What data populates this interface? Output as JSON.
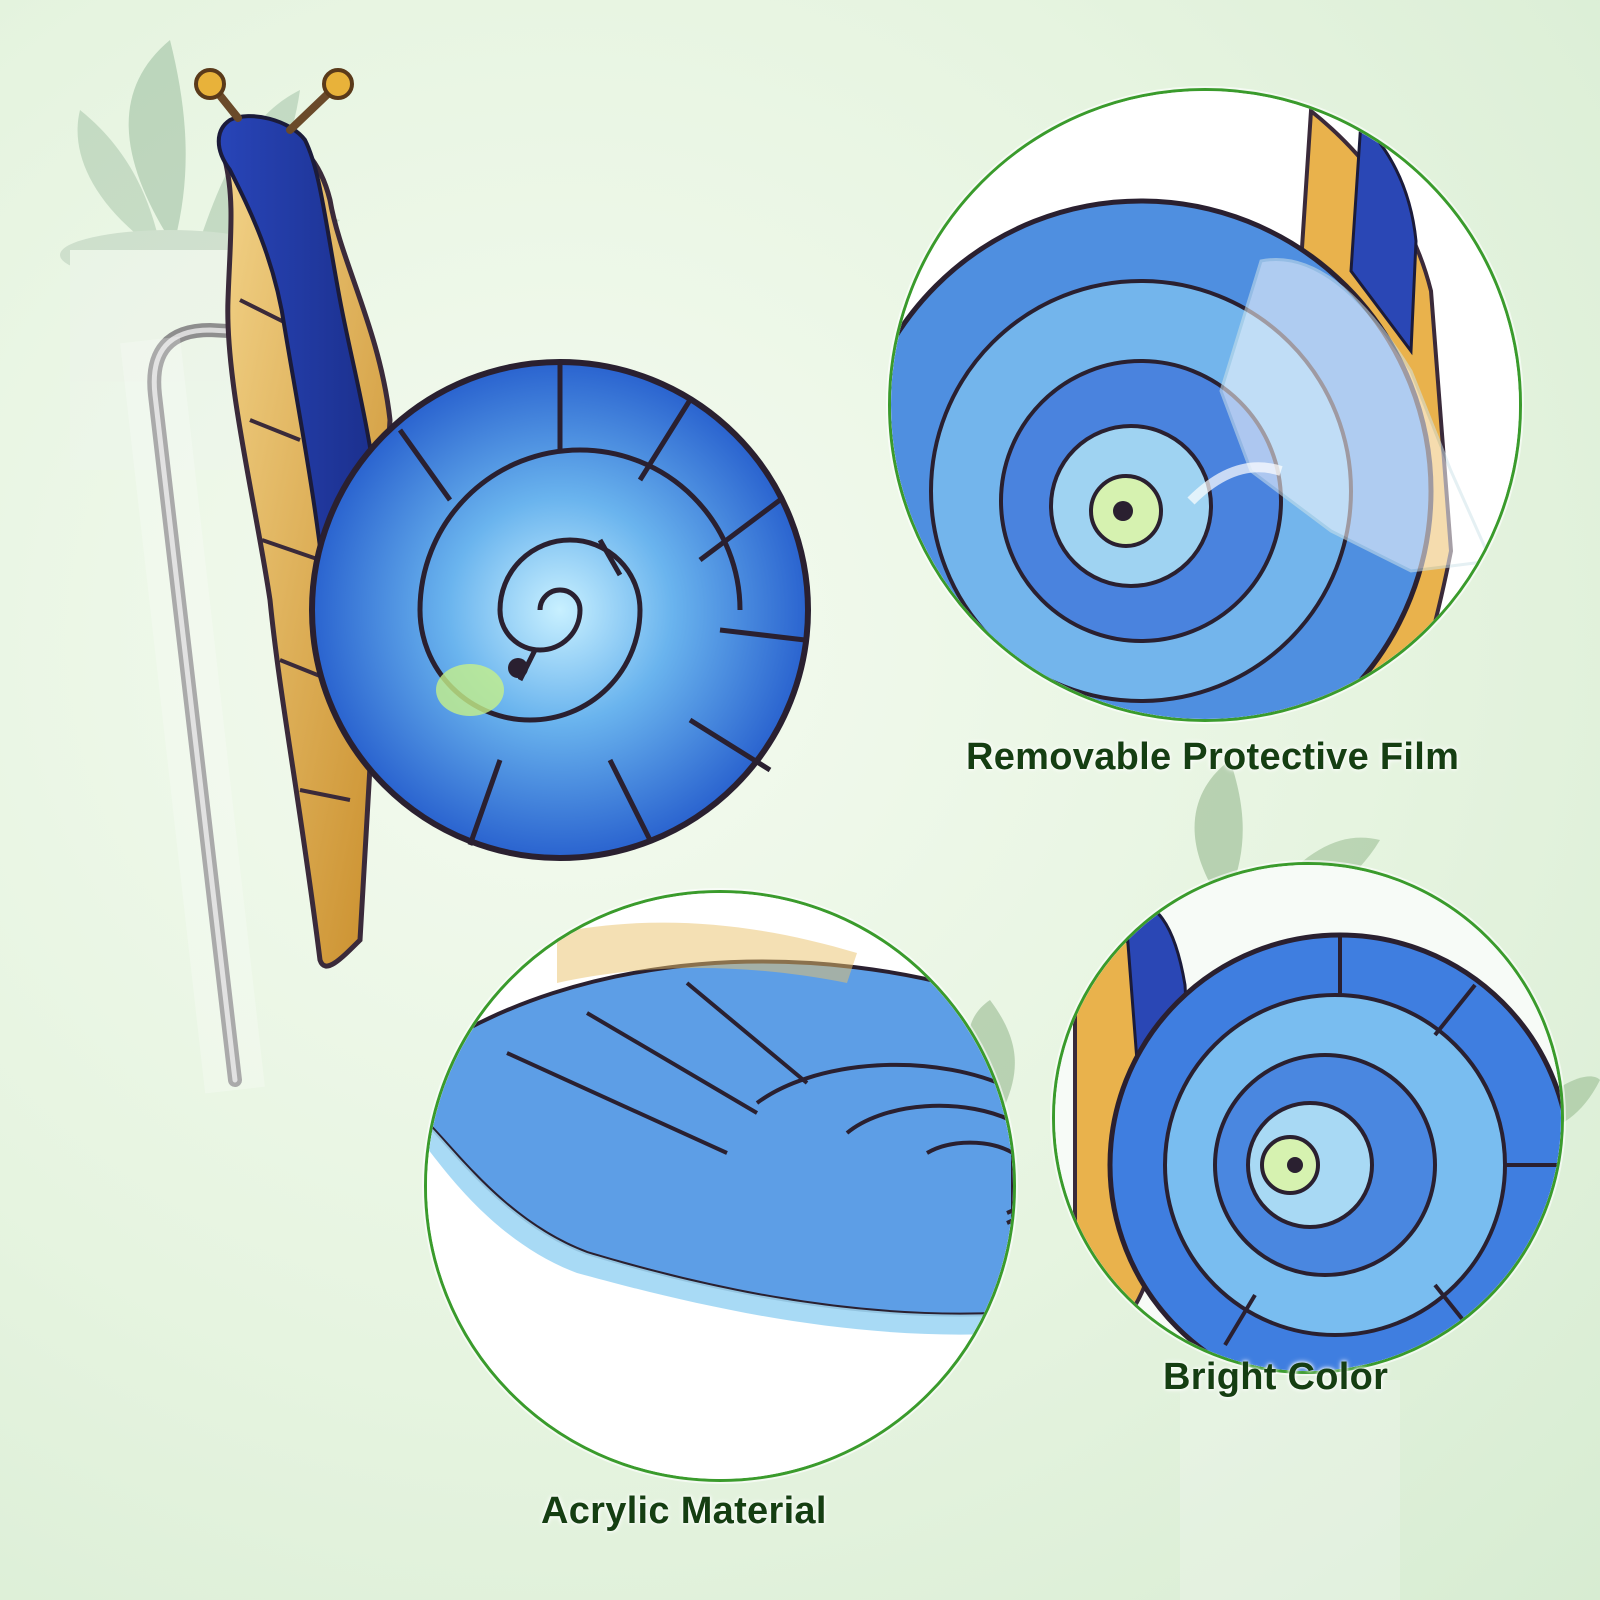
{
  "features": [
    {
      "id": "film",
      "caption": "Removable Protective Film"
    },
    {
      "id": "acrylic",
      "caption": "Acrylic Material"
    },
    {
      "id": "bright",
      "caption": "Bright Color"
    }
  ],
  "colors": {
    "accent_ring": "#3a9b2c",
    "caption_text": "#153e12",
    "glass_blue": "#2f6fd8",
    "glass_light_blue": "#7cc4f0",
    "body_amber": "#e9b24c"
  }
}
